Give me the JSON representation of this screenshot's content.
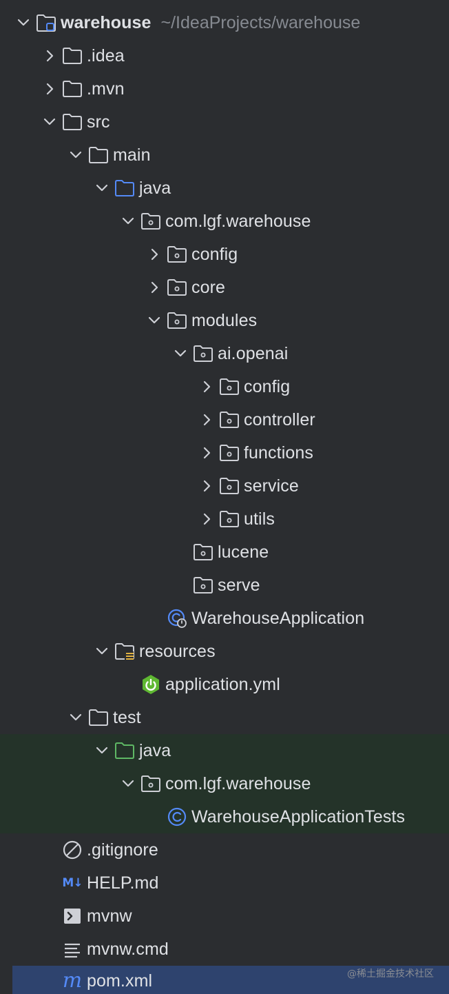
{
  "tree": {
    "root": {
      "label": "warehouse",
      "path": "~/IdeaProjects/warehouse"
    },
    "idea": ".idea",
    "mvn": ".mvn",
    "src": "src",
    "main": "main",
    "main_java": "java",
    "main_pkg": "com.lgf.warehouse",
    "config": "config",
    "core": "core",
    "modules": "modules",
    "ai_openai": "ai.openai",
    "ai_config": "config",
    "ai_controller": "controller",
    "ai_functions": "functions",
    "ai_service": "service",
    "ai_utils": "utils",
    "lucene": "lucene",
    "serve": "serve",
    "app_class": "WarehouseApplication",
    "resources": "resources",
    "app_yml": "application.yml",
    "test": "test",
    "test_java": "java",
    "test_pkg": "com.lgf.warehouse",
    "test_class": "WarehouseApplicationTests",
    "gitignore": ".gitignore",
    "help_md": "HELP.md",
    "help_md_badge": "M↓",
    "mvnw": "mvnw",
    "mvnw_cmd": "mvnw.cmd",
    "pom_xml": "pom.xml",
    "pom_badge": "m"
  },
  "watermark": "@稀土掘金技术社区",
  "colors": {
    "background": "#2b2d30",
    "test_tint": "#243329",
    "selection": "#2e436e",
    "folder_blue": "#548af7",
    "folder_green": "#5fb865",
    "spring_green": "#5fb832",
    "text": "#dfe1e5",
    "muted": "#868a91"
  }
}
